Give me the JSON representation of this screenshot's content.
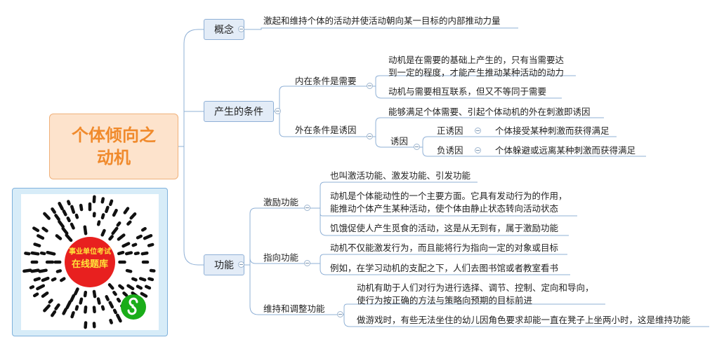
{
  "root": {
    "title": "个体倾向之\n动机"
  },
  "branches": {
    "concept": {
      "label": "概念",
      "text": "激起和维持个体的活动并使活动朝向某一目标的内部推动力量"
    },
    "conditions": {
      "label": "产生的条件",
      "internal": {
        "label": "内在条件是需要",
        "items": [
          "动机是在需要的基础上产生的，只有当需要达",
          "到一定的程度，才能产生推动某种活动的动力",
          "动机与需要相互联系，但又不等同于需要"
        ]
      },
      "external": {
        "label": "外在条件是诱因",
        "definition": "能够满足个体需要、引起个体动机的外在刺激即诱因",
        "incentive": {
          "label": "诱因",
          "positive": {
            "label": "正诱因",
            "text": "个体接受某种刺激而获得满足"
          },
          "negative": {
            "label": "负诱因",
            "text": "个体躲避或远离某种刺激而获得满足"
          }
        }
      }
    },
    "functions": {
      "label": "功能",
      "activation": {
        "label": "激励功能",
        "items": [
          "也叫激活功能、激发功能、引发功能",
          "动机是个体能动性的一个主要方面。它具有发动行为的作用，",
          "能推动个体产生某种活动，使个体由静止状态转向活动状态",
          "饥饿促使人产生觅食的活动，这是从无到有，属于激励功能"
        ]
      },
      "direction": {
        "label": "指向功能",
        "items": [
          "动机不仅能激发行为，而且能将行为指向一定的对象或目标",
          "例如，在学习动机的支配之下，人们去图书馆或者教室看书"
        ]
      },
      "maintenance": {
        "label": "维持和调整功能",
        "items": [
          "动机有助于人们对行为进行选择、调节、控制、定向和导向，",
          "使行为按正确的方法与策略向预期的目标前进",
          "做游戏时，有些无法坐住的幼儿因角色要求却能一直在凳子上坐两小时，这是维持功能"
        ]
      }
    }
  },
  "qr": {
    "line1": "事业单位考试",
    "line2": "在线题库",
    "icon": "wechat-miniprogram-icon",
    "dot_color": "#111111",
    "badge_color": "#e8201f",
    "badge_text_color": "#ffe33a"
  },
  "colors": {
    "connector": "#8fb0d6",
    "box_fill": "#e3ecf7",
    "root_fill": "#fde3cc",
    "root_text": "#f08a2c"
  }
}
